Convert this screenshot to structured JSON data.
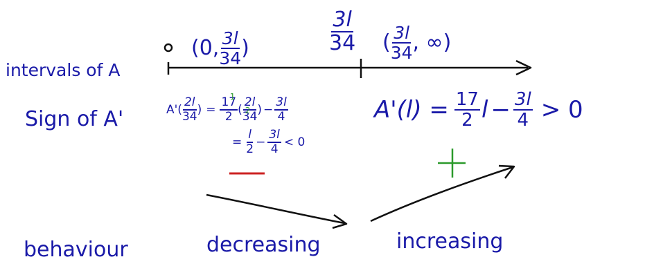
{
  "colors": {
    "ink": "#1a1aa8",
    "green": "#2b9a2b",
    "red": "#cc2222",
    "background": "#ffffff"
  },
  "labels": {
    "intervals": "intervals of A",
    "sign": "Sign of A'",
    "behaviour": "behaviour"
  },
  "number_line": {
    "left_interval": {
      "open": "(0,",
      "num": "3l",
      "den": "34",
      "close": ")"
    },
    "critical_point": {
      "num": "3l",
      "den": "34"
    },
    "right_interval": {
      "open": "(",
      "num": "3l",
      "den": "34",
      "close": ", ∞)"
    }
  },
  "sign_test_left": {
    "lhs": "A'(",
    "lhs_num": "2l",
    "lhs_den": "34",
    "lhs_close": ")",
    "eq": "=",
    "coef_num": "17",
    "coef_den": "2",
    "x_num": "2l",
    "x_den": "34",
    "cancel_num": "1",
    "cancel_den": "2",
    "minus_term_num": "3l",
    "minus_term_den": "4",
    "line2_eq": "=",
    "half_num": "l",
    "half_den": "2",
    "line2_minus_num": "3l",
    "line2_minus_den": "4",
    "line2_result": "< 0"
  },
  "sign_test_right": {
    "lhs": "A'(l) =",
    "coef_num": "17",
    "coef_den": "2",
    "var": "l",
    "minus": "−",
    "term_num": "3l",
    "term_den": "4",
    "result": "> 0"
  },
  "signs": {
    "left": "−",
    "right": "+"
  },
  "behaviour": {
    "left": "decreasing",
    "right": "increasing"
  }
}
